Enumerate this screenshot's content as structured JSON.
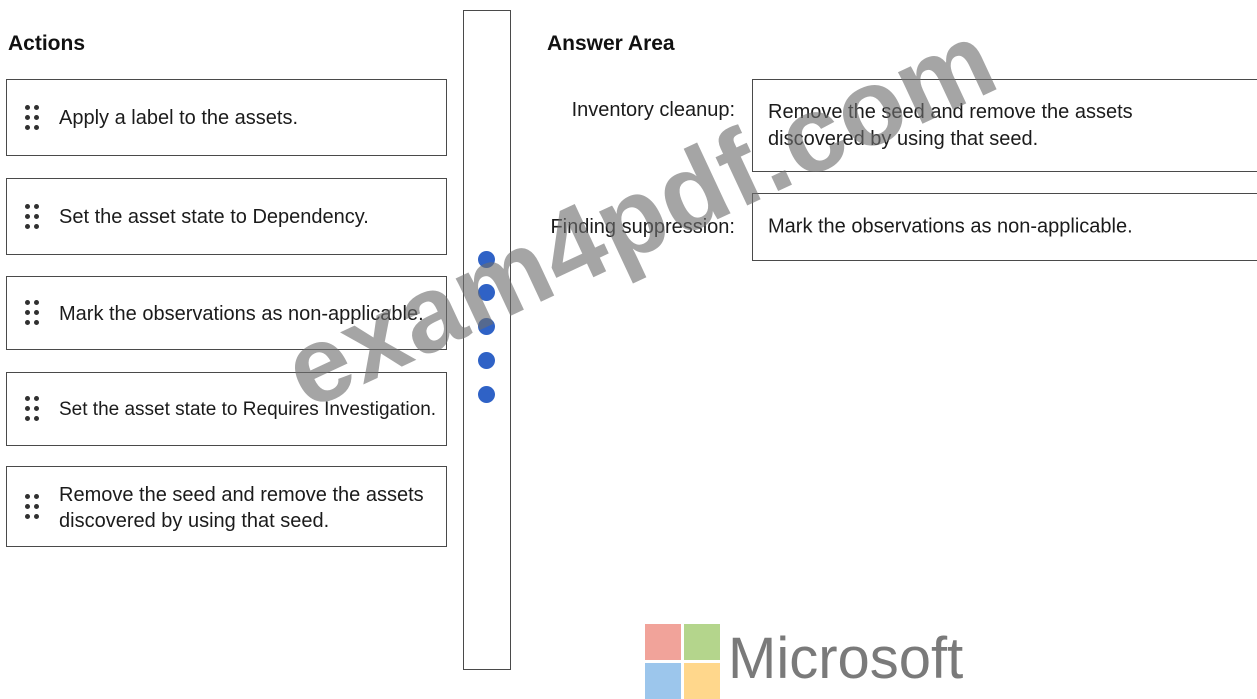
{
  "actions": {
    "heading": "Actions",
    "items": [
      {
        "label": "Apply a label to the assets."
      },
      {
        "label": "Set the asset state to Dependency."
      },
      {
        "label": "Mark the observations as non-applicable."
      },
      {
        "label": "Set the asset state to Requires Investigation."
      },
      {
        "label": "Remove the seed and remove the assets discovered by using that seed."
      }
    ]
  },
  "answer_area": {
    "heading": "Answer Area",
    "rows": [
      {
        "label": "Inventory cleanup:",
        "answer": "Remove the seed and remove the assets discovered by using that seed."
      },
      {
        "label": "Finding suppression:",
        "answer": "Mark the observations as non-applicable."
      }
    ]
  },
  "watermark": "exam4pdf.com",
  "brand": {
    "name": "Microsoft",
    "colors": [
      "#f1a39a",
      "#b4d58c",
      "#9cc6ec",
      "#ffd78c"
    ]
  },
  "colors": {
    "dot": "#2f62c6",
    "border": "#4a4a4a"
  }
}
